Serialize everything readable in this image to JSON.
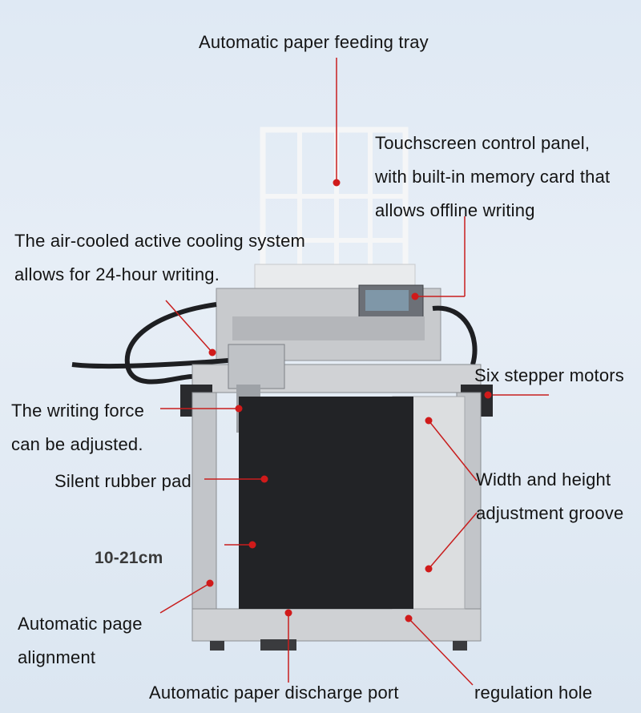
{
  "annotations": {
    "paper_tray": "Automatic paper feeding tray",
    "touchscreen_1": "Touchscreen control panel,",
    "touchscreen_2": "with built-in memory card that",
    "touchscreen_3": "allows offline writing",
    "cooling_1": "The air-cooled active cooling system",
    "cooling_2": "allows for 24-hour writing.",
    "stepper": "Six stepper motors",
    "force_1": "The writing force",
    "force_2": "can be adjusted.",
    "rubber_pad": "Silent rubber pad",
    "groove_1": "Width and height",
    "groove_2": "adjustment groove",
    "width_range": "10-21cm",
    "alignment_1": "Automatic page",
    "alignment_2": "alignment",
    "discharge": "Automatic paper discharge port",
    "regulation": "regulation hole"
  },
  "colors": {
    "leader": "#c81e1e",
    "dot": "#d01a1a",
    "frame": "#b9bcc0",
    "pad": "#222326"
  }
}
